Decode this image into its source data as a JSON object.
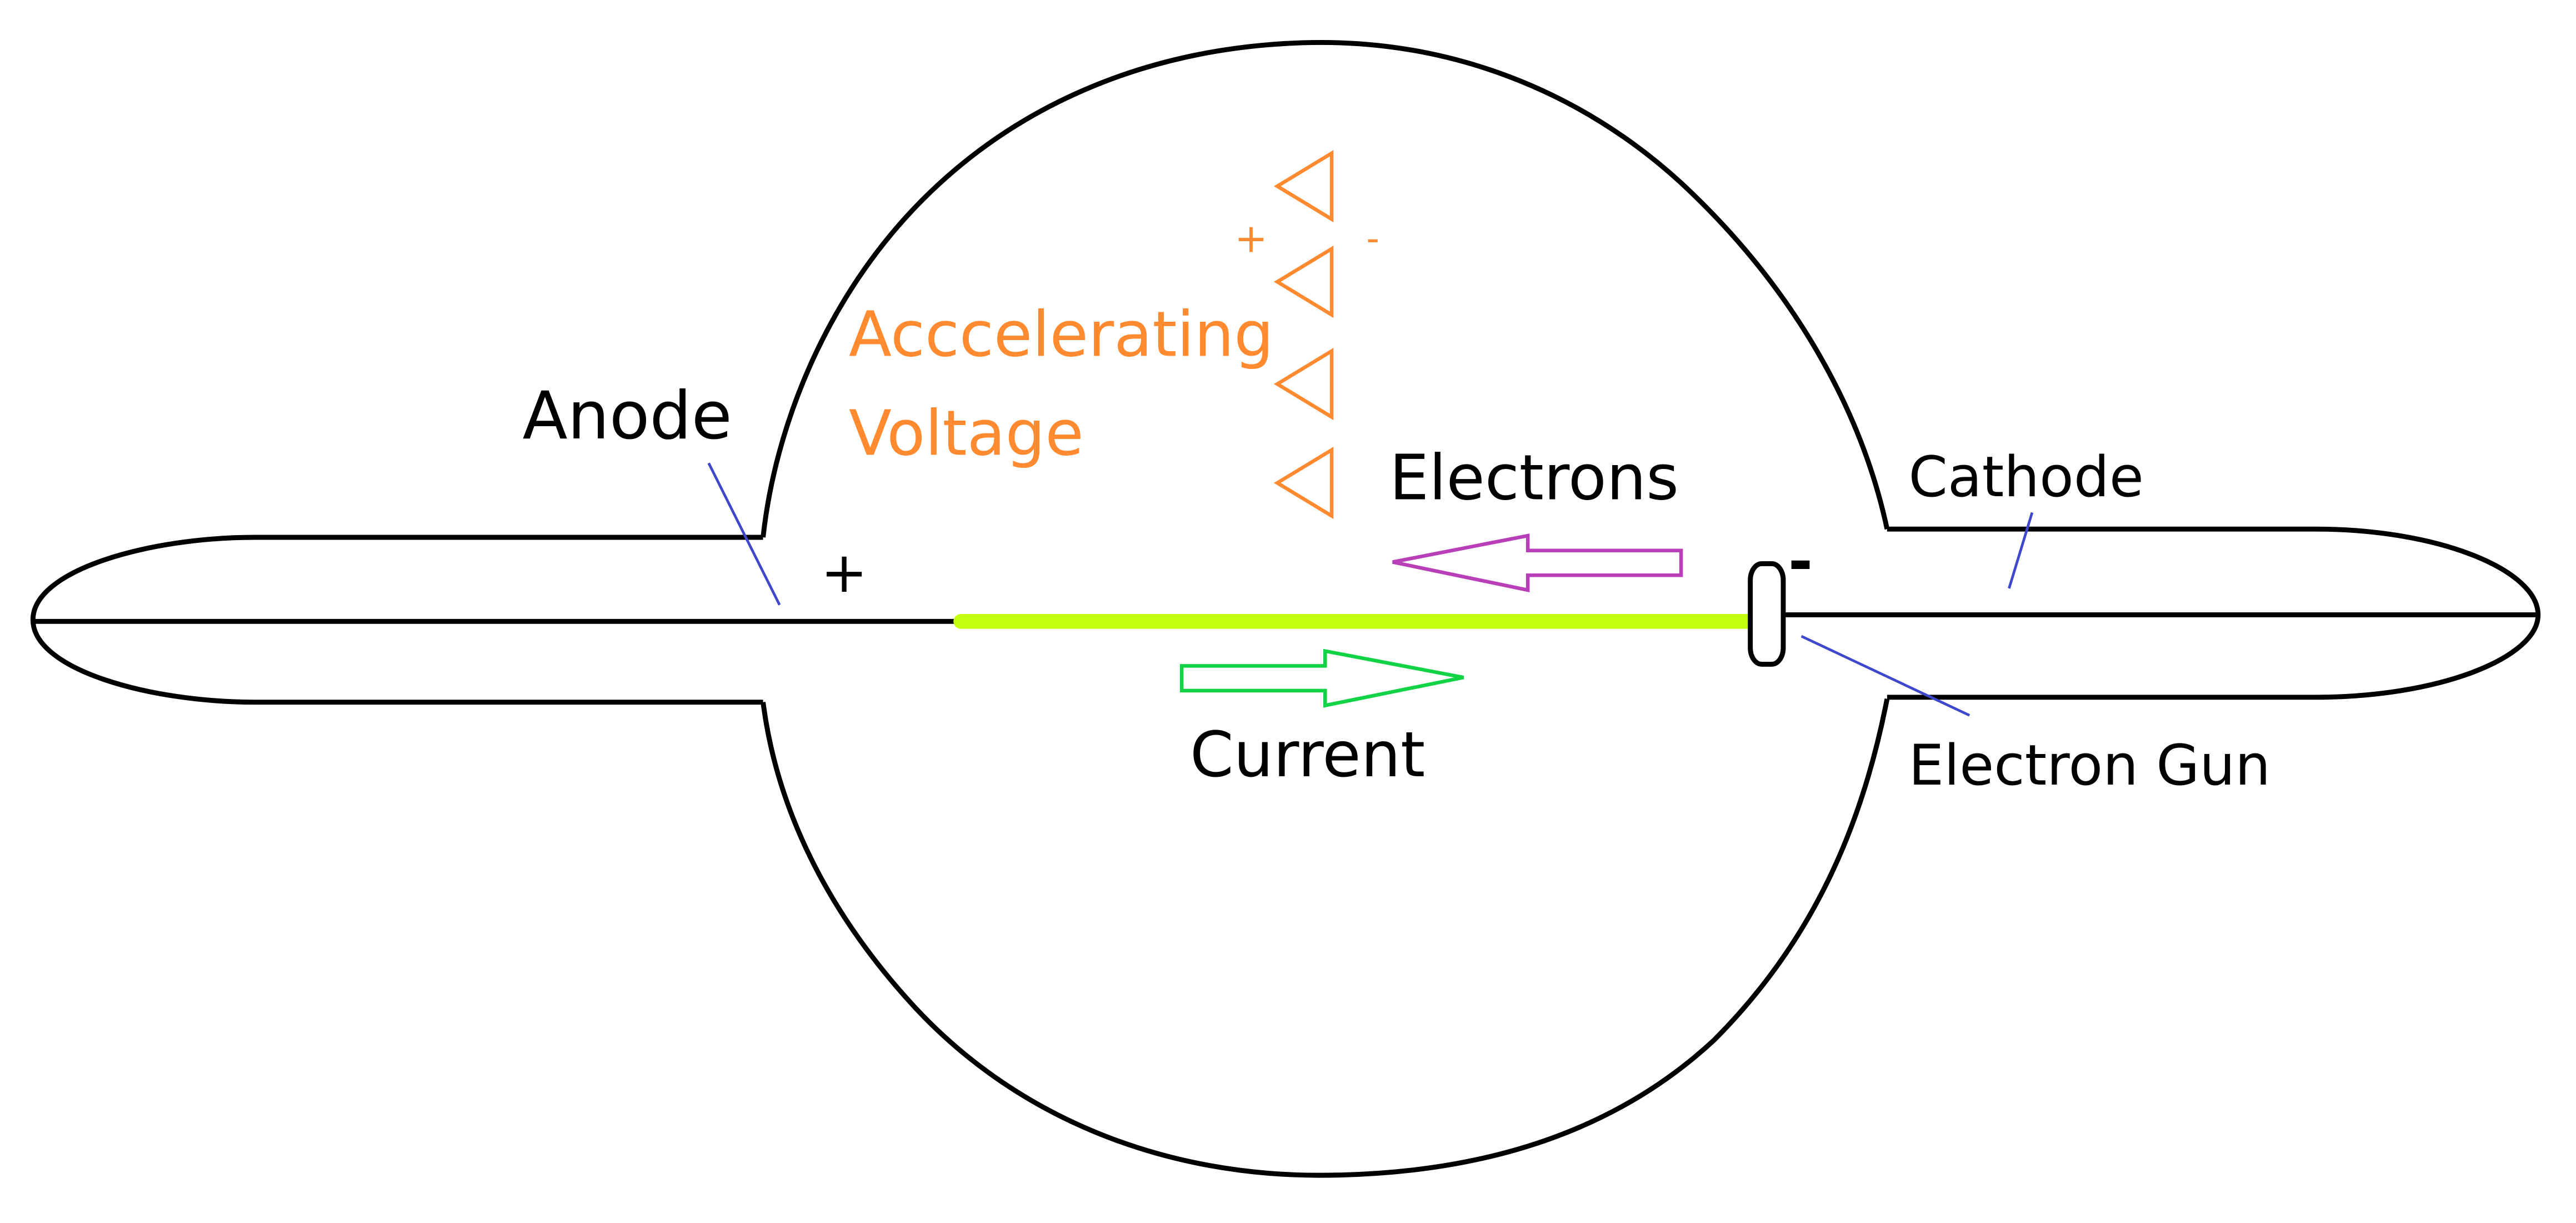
{
  "title": "Electron tube with accelerating voltage",
  "labels": {
    "anode": "Anode",
    "cathode": "Cathode",
    "electron_gun": "Electron Gun",
    "electrons": "Electrons",
    "current": "Current",
    "accelerating_line1": "Acccelerating",
    "accelerating_line2": "Voltage",
    "anode_polarity": "+",
    "cathode_polarity": "-",
    "battery_plus": "+",
    "battery_minus": "-"
  },
  "colors": {
    "outline": "#000000",
    "beam": "#C4FF0E",
    "electrons_arrow": "#B83FB8",
    "current_arrow": "#12D345",
    "voltage": "#FF8A2F",
    "leader_lines": "#3F48CC"
  },
  "battery": {
    "cells": 4
  }
}
